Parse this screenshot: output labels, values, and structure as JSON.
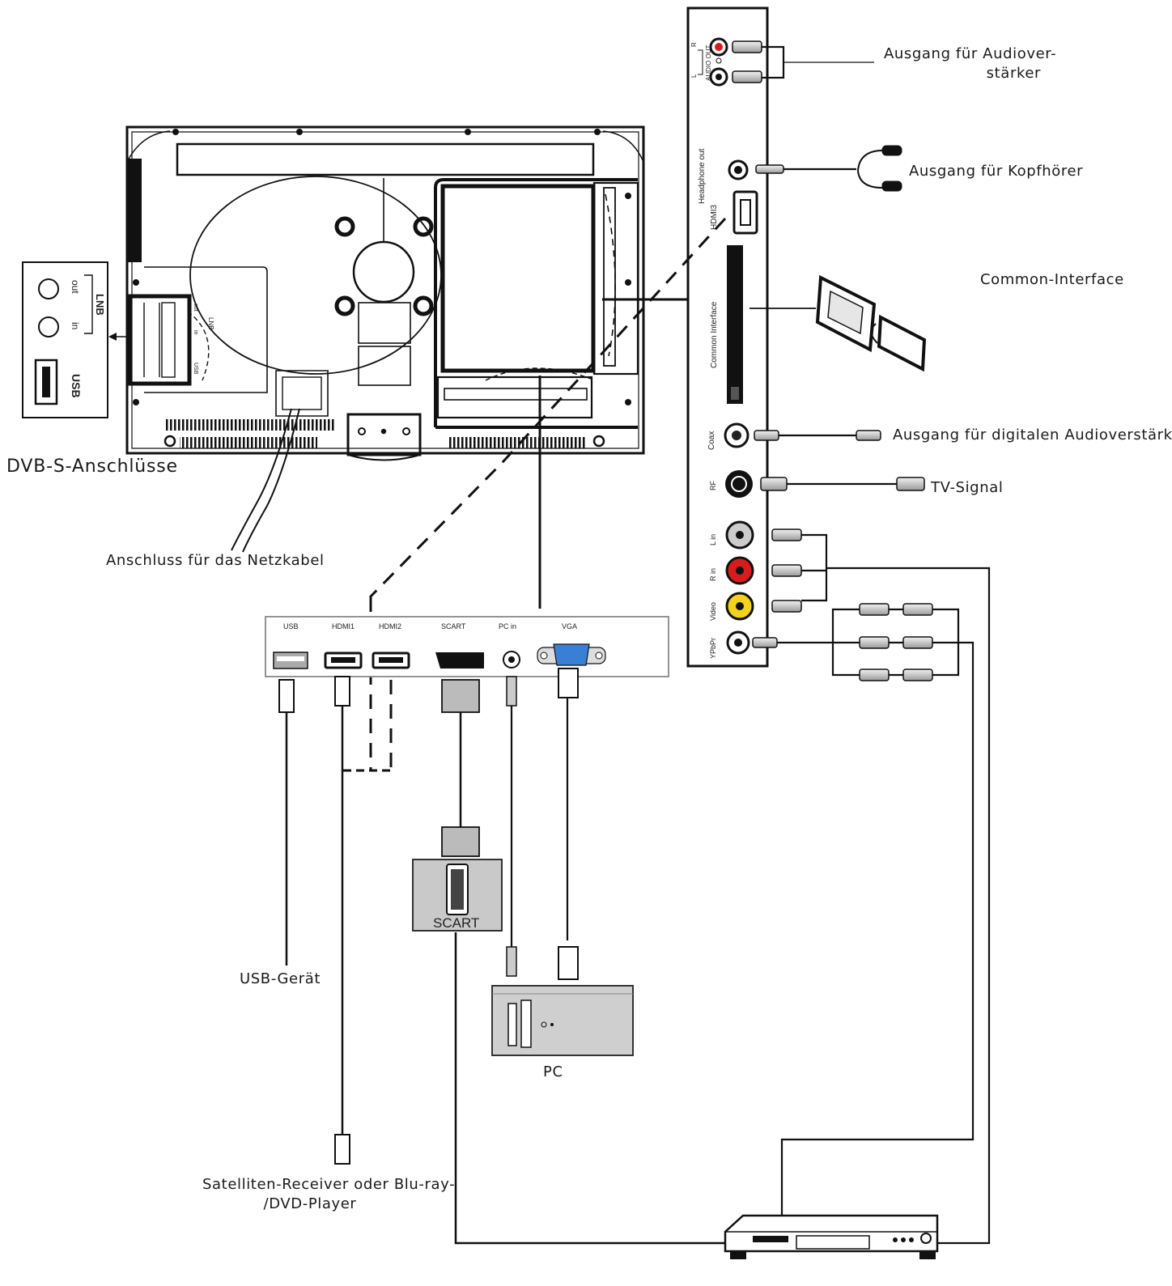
{
  "labels": {
    "audio_out": "Ausgang für Audiover-",
    "audio_out_2": "stärker",
    "headphone": "Ausgang für Kopfhörer",
    "common_interface": "Common-Interface",
    "digital_audio": "Ausgang für digitalen Audioverstärker",
    "tv_signal": "TV-Signal",
    "dvbs": "DVB-S-Anschlüsse",
    "power_cable": "Anschluss für das Netzkabel",
    "usb_device": "USB-Gerät",
    "receiver_1": "Satelliten-Receiver oder Blu-ray-",
    "receiver_2": "/DVD-Player",
    "pc": "PC"
  },
  "side_panel": {
    "audio_out": "AUDIO OUT",
    "r": "R",
    "l": "L",
    "headphone_out": "Headphone out",
    "hdmi3": "HDMI3",
    "common_interface": "Common Interface",
    "coax": "Coax",
    "rf": "RF",
    "l_in": "L in",
    "r_in": "R in",
    "video": "Video",
    "ypbpr": "YPbPr"
  },
  "lnb_panel": {
    "lnb": "LNB",
    "out": "out",
    "in": "in",
    "usb": "USB"
  },
  "tv_back": {
    "lnb": "LNB",
    "out": "out",
    "in": "in",
    "usb": "USB"
  },
  "bottom_panel": {
    "usb": "USB",
    "hdmi1": "HDMI1",
    "hdmi2": "HDMI2",
    "scart": "SCART",
    "pc_in": "PC in",
    "vga": "VGA"
  },
  "scart_box": "SCART",
  "colors": {
    "line": "#111111",
    "red_jack": "#d81c1c",
    "yellow_jack": "#f2d21a",
    "vga_blue": "#3a7fd6",
    "device_gray": "#cfcfcf"
  }
}
